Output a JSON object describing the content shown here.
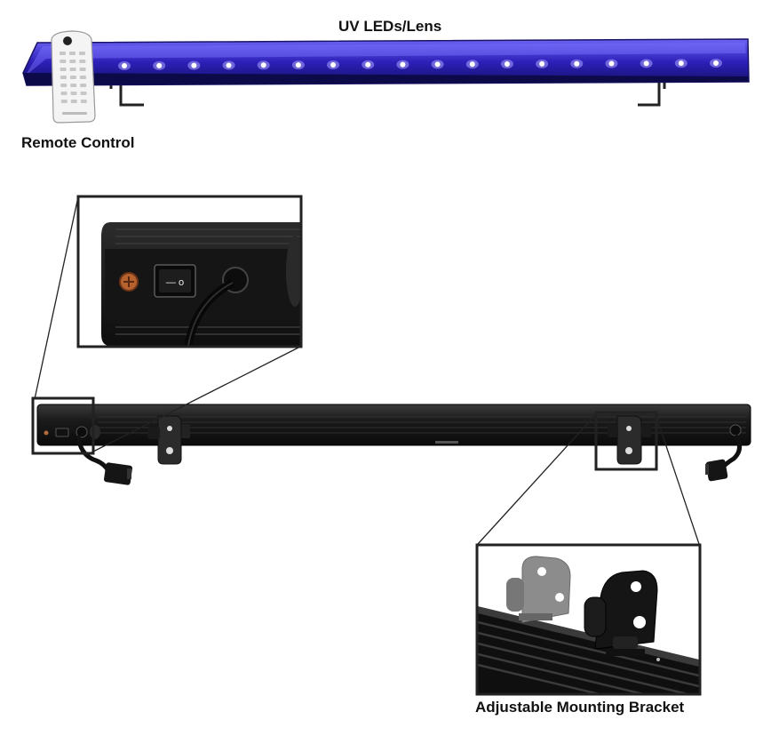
{
  "labels": {
    "uv_leds": "UV LEDs/Lens",
    "remote_control": "Remote Control",
    "mounting_bracket": "Adjustable Mounting Bracket"
  },
  "power_switch_marks": "—  o",
  "colors": {
    "uv_glow": "#3a2bd8",
    "uv_light": "#8f86ff",
    "bar_body": "#1c1c1c",
    "callout_border": "#222222"
  },
  "uv_led_count": 18
}
